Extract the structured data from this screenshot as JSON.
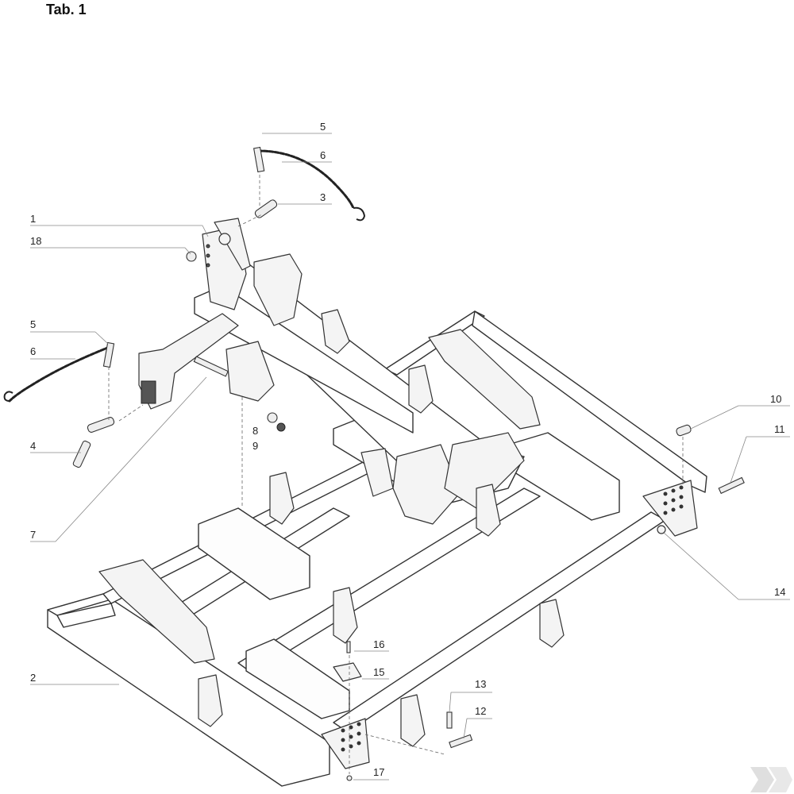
{
  "title": "Tab. 1",
  "callouts": {
    "n1": "1",
    "n2": "2",
    "n3": "3",
    "n4": "4",
    "n5a": "5",
    "n5b": "5",
    "n6a": "6",
    "n6b": "6",
    "n7": "7",
    "n8": "8",
    "n9": "9",
    "n10": "10",
    "n11": "11",
    "n12": "12",
    "n13": "13",
    "n14": "14",
    "n15": "15",
    "n16": "16",
    "n17": "17",
    "n18": "18"
  },
  "colors": {
    "line": "#333333",
    "leader": "#888888",
    "logo": "#dddddd"
  },
  "icons": {
    "logo": "brand-logo-watermark"
  }
}
